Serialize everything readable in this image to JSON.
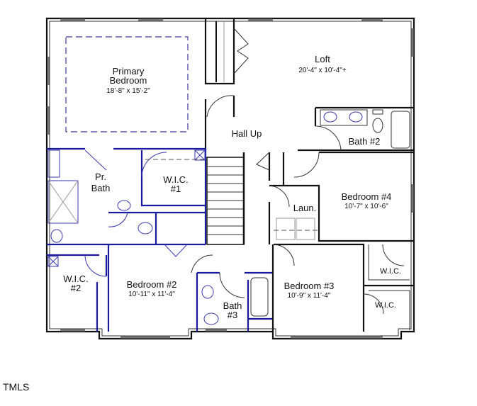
{
  "rooms": {
    "primary_bedroom": {
      "name_line1": "Primary",
      "name_line2": "Bedroom",
      "dims": "18'-8\" x 15'-2\""
    },
    "loft": {
      "name": "Loft",
      "dims": "20'-4\" x 10'-4\"+"
    },
    "hall": {
      "name": "Hall Up"
    },
    "bath2": {
      "name": "Bath #2"
    },
    "pr_bath": {
      "name_line1": "Pr.",
      "name_line2": "Bath"
    },
    "wic1": {
      "name_line1": "W.I.C.",
      "name_line2": "#1"
    },
    "laundry": {
      "name": "Laun."
    },
    "bedroom4": {
      "name": "Bedroom #4",
      "dims": "10'-7\" x 10'-6\""
    },
    "wic_b4": {
      "name": "W.I.C."
    },
    "wic2": {
      "name_line1": "W.I.C.",
      "name_line2": "#2"
    },
    "bedroom2": {
      "name": "Bedroom #2",
      "dims": "10'-11\" x 11'-4\""
    },
    "bath3": {
      "name_line1": "Bath",
      "name_line2": "#3"
    },
    "bedroom3": {
      "name": "Bedroom #3",
      "dims": "10'-9\" x 11'-4\""
    },
    "wic_b3": {
      "name": "W.I.C."
    }
  },
  "logo": "TMLS",
  "colors": {
    "walls": "#111111",
    "primary_suite_walls": "#1a1aa0"
  }
}
